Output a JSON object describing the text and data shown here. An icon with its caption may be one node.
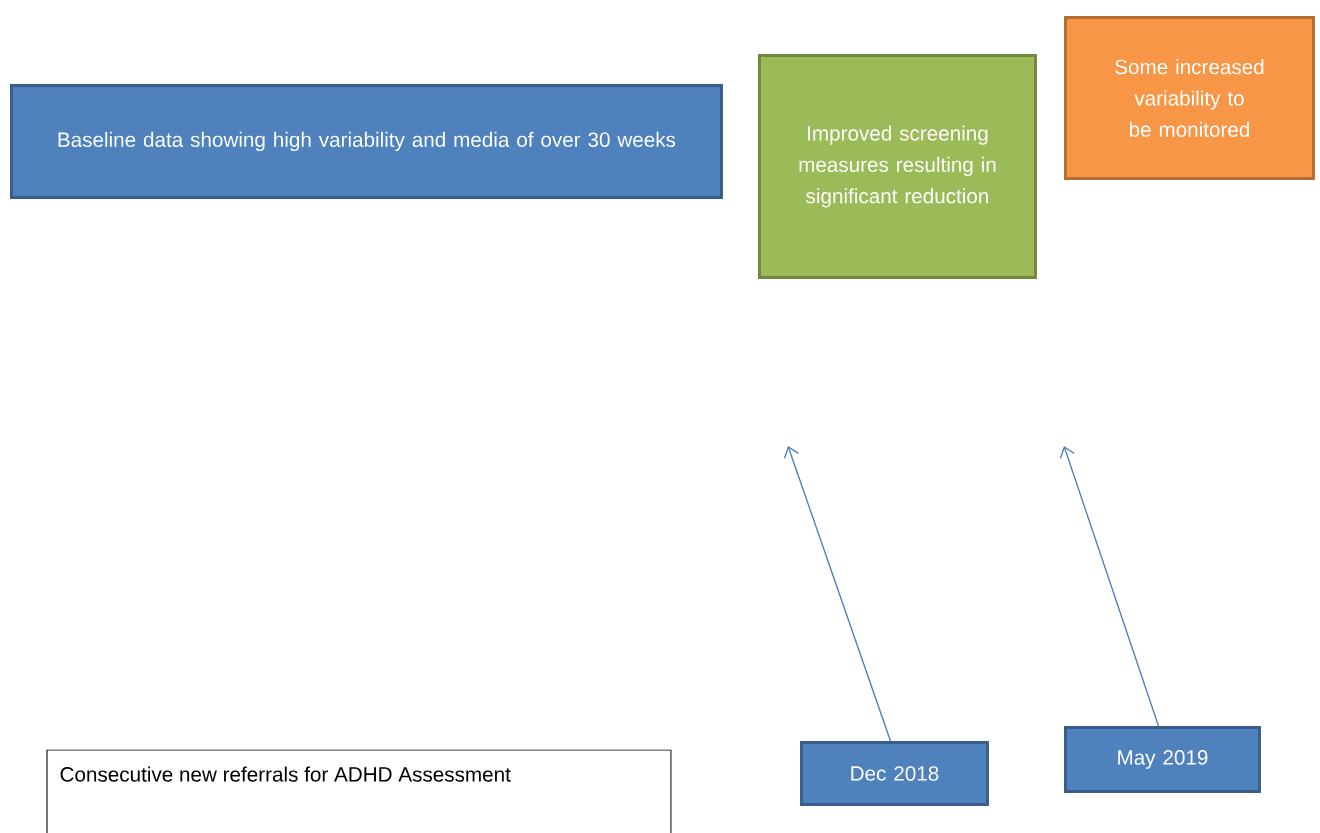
{
  "diagram": {
    "nodes": [
      {
        "text": [
          "Baseline data showing high variability and media of over 30 weeks"
        ]
      },
      {
        "text": [
          "Improved screening measures resulting in significant reduction"
        ]
      },
      {
        "text": [
          "Some increased variability to be monitored"
        ]
      },
      {
        "text": [
          "Consecutive new referrals for ADHD Assessment"
        ]
      },
      {
        "text": [
          "Dec 2018"
        ]
      },
      {
        "text": [
          "May 2019"
        ]
      }
    ],
    "edges": [
      {
        "from": 4,
        "to": null,
        "arrow": "to"
      },
      {
        "from": 5,
        "to": null,
        "arrow": "to"
      }
    ]
  }
}
